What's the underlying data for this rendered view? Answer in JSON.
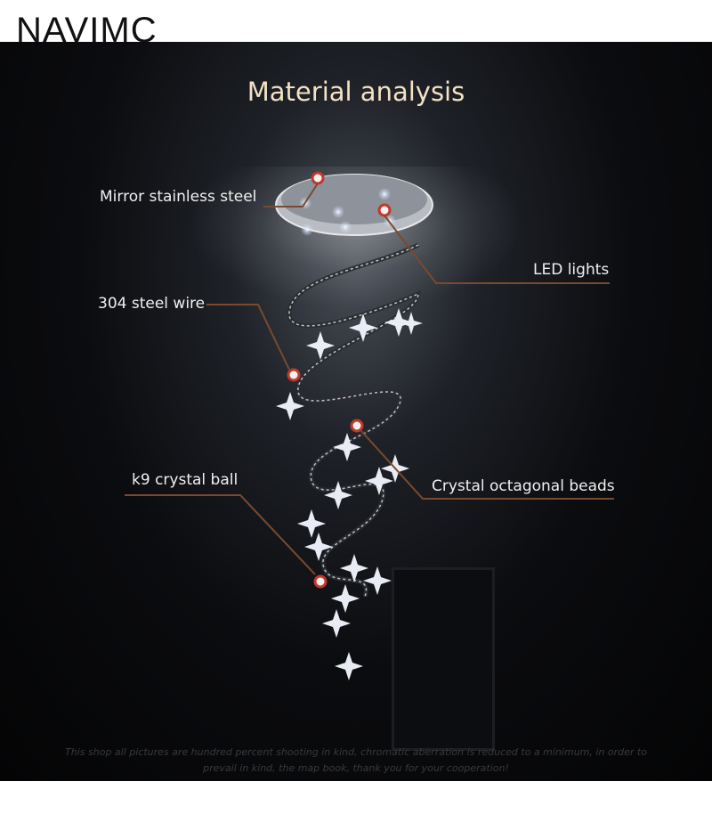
{
  "brand": "NAVIMC",
  "title": "Material analysis",
  "labels": {
    "mirror": "Mirror stainless steel",
    "led": "LED lights",
    "wire": "304 steel wire",
    "ball": "k9 crystal ball",
    "beads": "Crystal octagonal beads"
  },
  "disclaimer": {
    "line1": "This shop all pictures are hundred percent shooting in kind, chromatic aberration is reduced to a minimum, in order to",
    "line2": "prevail in kind, the map book, thank you for your cooperation!"
  },
  "colors": {
    "marker": "#c0392b",
    "leader": "#7a4a2e",
    "title": "#f3e2c4"
  }
}
